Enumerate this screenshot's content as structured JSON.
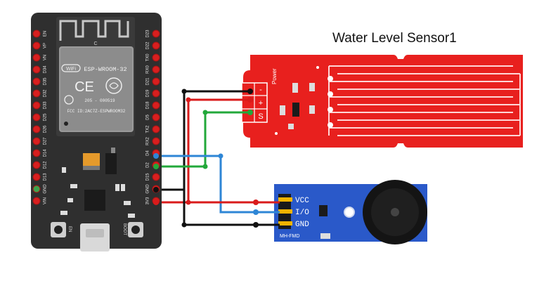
{
  "diagram": {
    "sensor_title": "Water Level Sensor1"
  },
  "esp32": {
    "module_label": "ESP-WROOM-32",
    "fcc_label": "FCC ID:2AC7Z-ESPWROOM32",
    "code_label": "205 - 000519",
    "antenna_mark": "C",
    "left_pins": [
      "EN",
      "VP",
      "VN",
      "D34",
      "D35",
      "D32",
      "D33",
      "D25",
      "D26",
      "D27",
      "D14",
      "D12",
      "D13",
      "GND",
      "VIN"
    ],
    "right_pins": [
      "D23",
      "D22",
      "TX0",
      "RX0",
      "D21",
      "D19",
      "D18",
      "D5",
      "TX2",
      "RX2",
      "D4",
      "D2",
      "D15",
      "GND",
      "3V3"
    ],
    "button_left": "EN",
    "button_right": "BOOT"
  },
  "water_sensor": {
    "pins": [
      "-",
      "+",
      "S"
    ],
    "power_label": "Power"
  },
  "buzzer": {
    "pins": [
      "VCC",
      "I/O",
      "GND"
    ],
    "model_label": "MH-FMD"
  },
  "colors": {
    "board": "#2f2f2f",
    "pin_red": "#d81f1f",
    "sensor_red": "#e8201e",
    "buzzer_blue": "#2a59c9",
    "wire_black": "#111111",
    "wire_red": "#d91b1b",
    "wire_green": "#22a83a",
    "wire_blue": "#2e86d6"
  }
}
